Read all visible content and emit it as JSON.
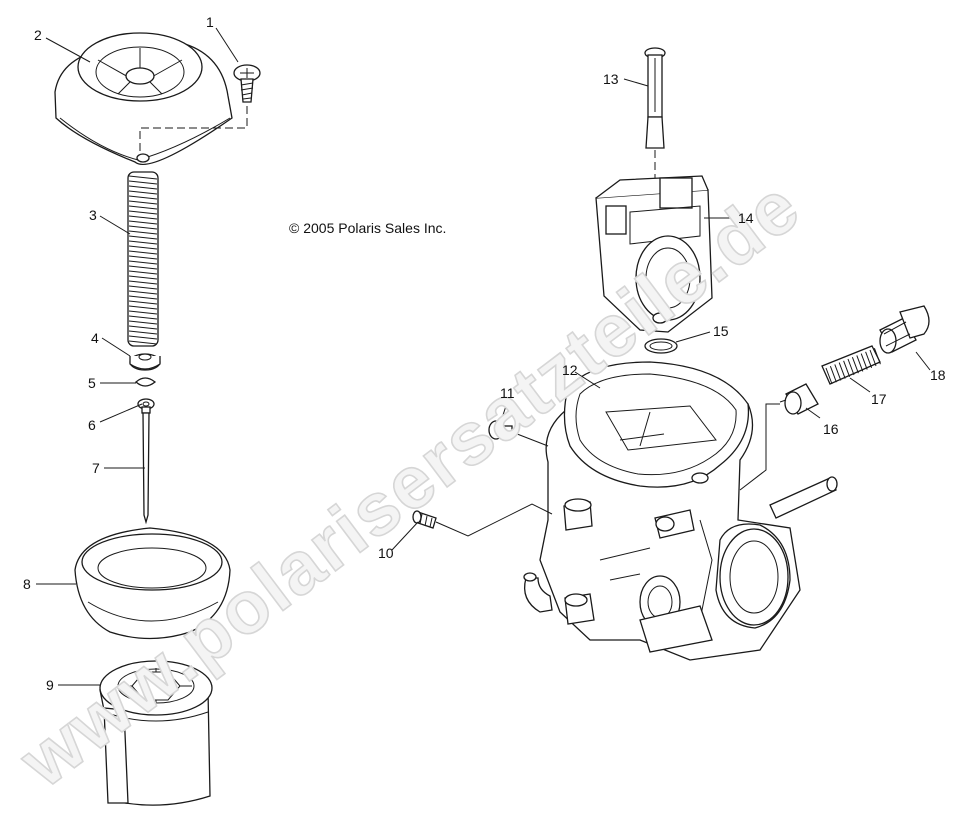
{
  "copyright": "© 2005 Polaris Sales Inc.",
  "watermark": "www.polarisersatzteile.de",
  "callouts": [
    "1",
    "2",
    "3",
    "4",
    "5",
    "6",
    "7",
    "8",
    "9",
    "10",
    "11",
    "12",
    "13",
    "14",
    "15",
    "16",
    "17",
    "18"
  ]
}
